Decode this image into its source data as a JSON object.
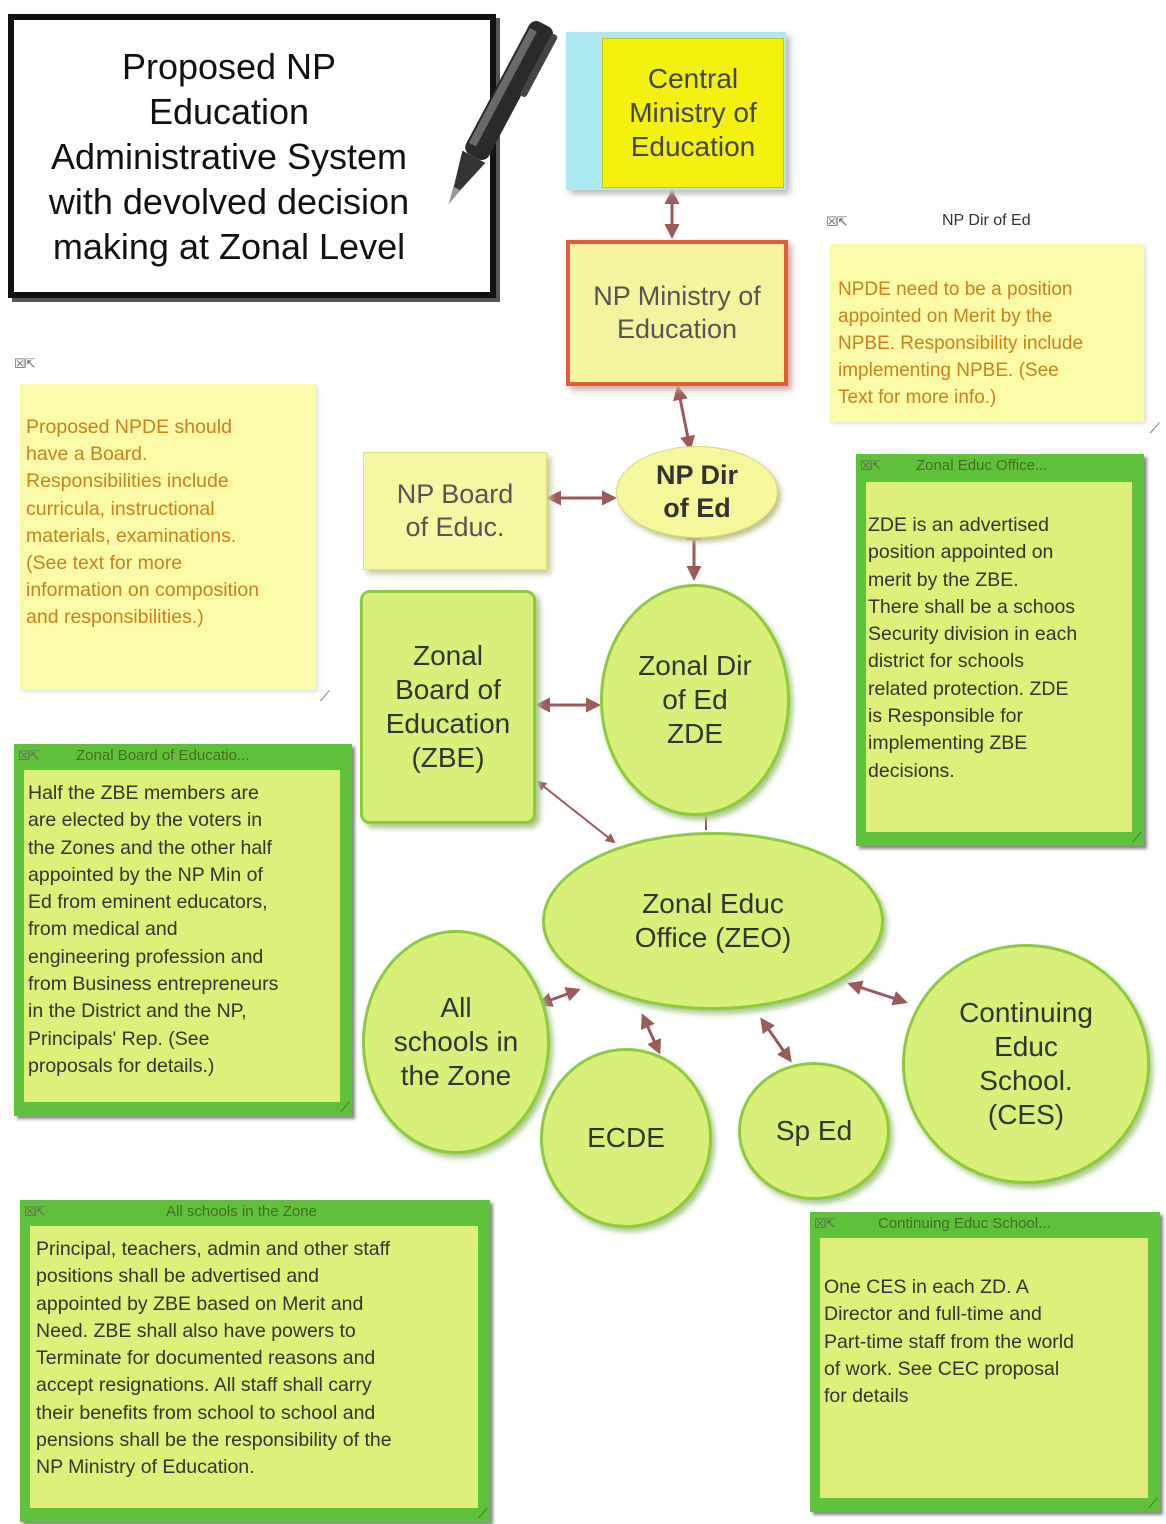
{
  "title": "Proposed NP\nEducation\nAdministrative System\nwith devolved decision\nmaking at Zonal Level",
  "nodes": {
    "central_ministry": "Central\nMinistry of\nEducation",
    "np_ministry": "NP Ministry of\nEducation",
    "np_board": "NP Board\nof Educ.",
    "np_dir": "NP Dir\nof Ed",
    "zonal_board": "Zonal\nBoard of\nEducation\n(ZBE)",
    "zonal_dir": "Zonal Dir\nof Ed\nZDE",
    "zeo": "Zonal Educ\nOffice (ZEO)",
    "all_schools": "All\nschools in\nthe Zone",
    "ecde": "ECDE",
    "sp_ed": "Sp Ed",
    "ces": "Continuing\nEduc\nSchool.\n(CES)"
  },
  "notes": {
    "np_dir_note": {
      "title": "NP Dir of Ed",
      "text": "NPDE need to be a position\nappointed on Merit by the\nNPBE. Responsibility include\nimplementing NPBE. (See\nText for more info.)"
    },
    "npde_board_note": {
      "title": "",
      "text": "Proposed NPDE should\nhave a Board.\nResponsibilities include\ncurricula, instructional\nmaterials, examinations.\n(See text for more\ninformation on composition\nand responsibilities.)"
    },
    "zonal_office_note": {
      "title": "Zonal Educ Office...",
      "text": "ZDE is an advertised\nposition  appointed on\nmerit by the ZBE.\nThere shall be a schoos\nSecurity division in each\ndistrict for schools\nrelated protection. ZDE\nis Responsible for\nimplementing ZBE\ndecisions."
    },
    "zonal_board_note": {
      "title": "Zonal Board of Educatio...",
      "text": "Half the ZBE members are\nare elected by the voters in\nthe Zones and the other half\nappointed by the NP Min of\nEd from eminent educators,\nfrom medical and\nengineering profession and\nfrom Business entrepreneurs\nin the District and the NP,\nPrincipals' Rep. (See\nproposals for details.)"
    },
    "all_schools_note": {
      "title": "All schools in the Zone",
      "text": "Principal, teachers, admin and other staff\npositions shall be advertised and\nappointed by ZBE based on Merit and\nNeed. ZBE shall also have powers to\nTerminate for documented reasons and\naccept resignations. All staff shall carry\ntheir benefits from school to school and\npensions shall be the responsibility of the\nNP Ministry of Education."
    },
    "ces_note": {
      "title": "Continuing Educ School...",
      "text": "One CES in each ZD. A\nDirector and full-time and\nPart-time staff from the world\nof work. See CEC proposal\nfor details"
    }
  },
  "note_controls": "☒⇱",
  "colors": {
    "note_green": "#5fc23a",
    "note_fill": "#dff07a",
    "node_green": "#d8f07a",
    "node_yellow": "#f6f7a2",
    "ministry_yellow": "#f4f20a",
    "ministry_cyan": "#aee8f2",
    "arrow": "#9a5a5a"
  }
}
